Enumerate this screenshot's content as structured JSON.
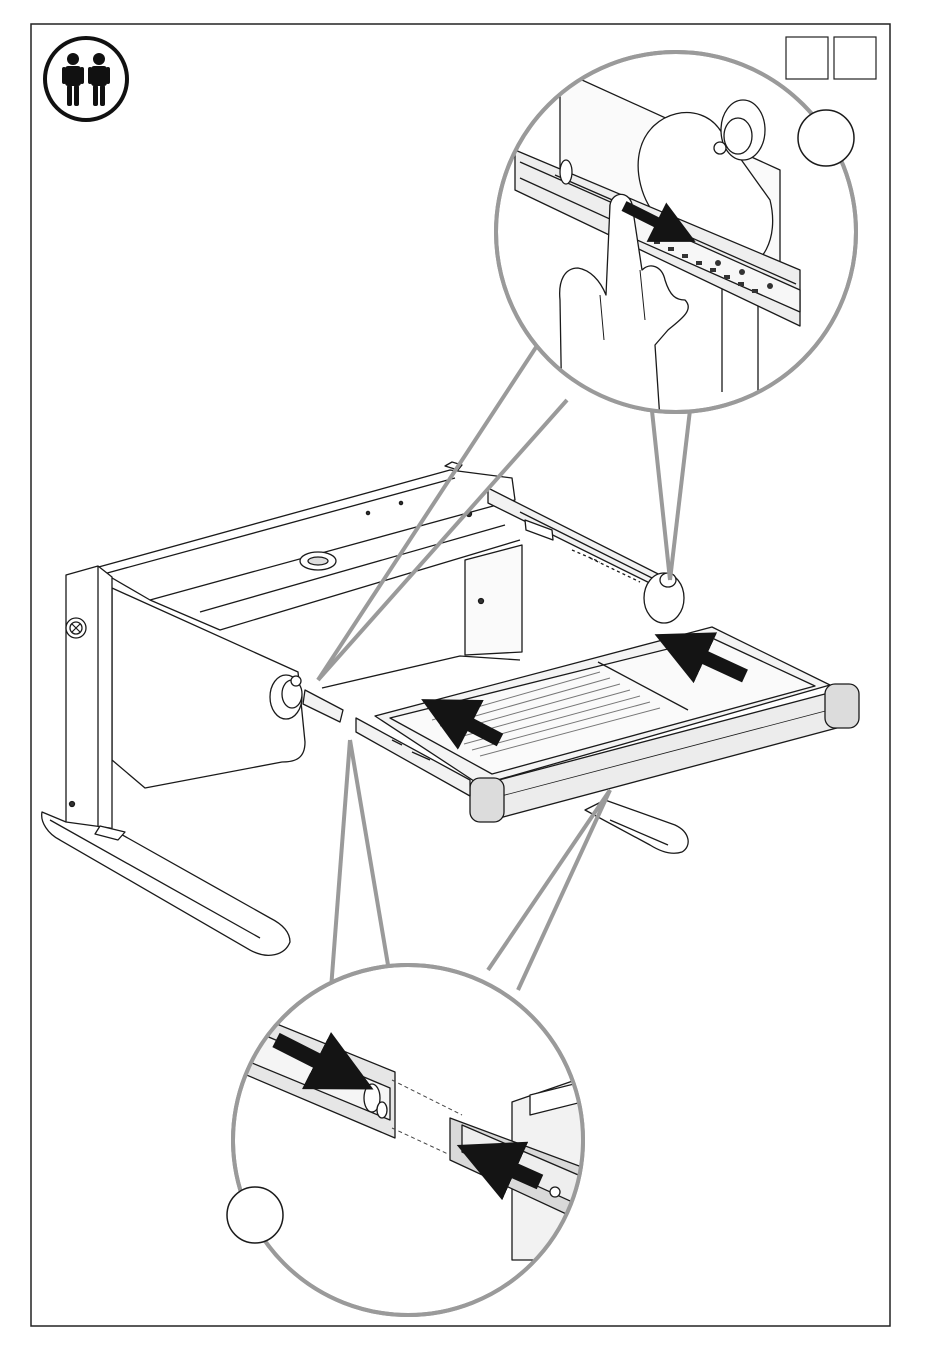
{
  "page": {
    "people_icon": "two-persons-icon",
    "step_boxes": 2
  },
  "colors": {
    "frame": "#222222",
    "line": "#1a1a1a",
    "callout_circle": "#9a9a9a",
    "panel_gray": "#d9d9d9",
    "part_light": "#f2f2f2",
    "arrow": "#141414"
  },
  "callouts": {
    "top": {
      "icon": "finger-pushing-rail-icon",
      "marker": "callout-marker-top"
    },
    "bottom": {
      "icon": "rail-insertion-detail-icon",
      "marker": "callout-marker-bottom"
    }
  }
}
